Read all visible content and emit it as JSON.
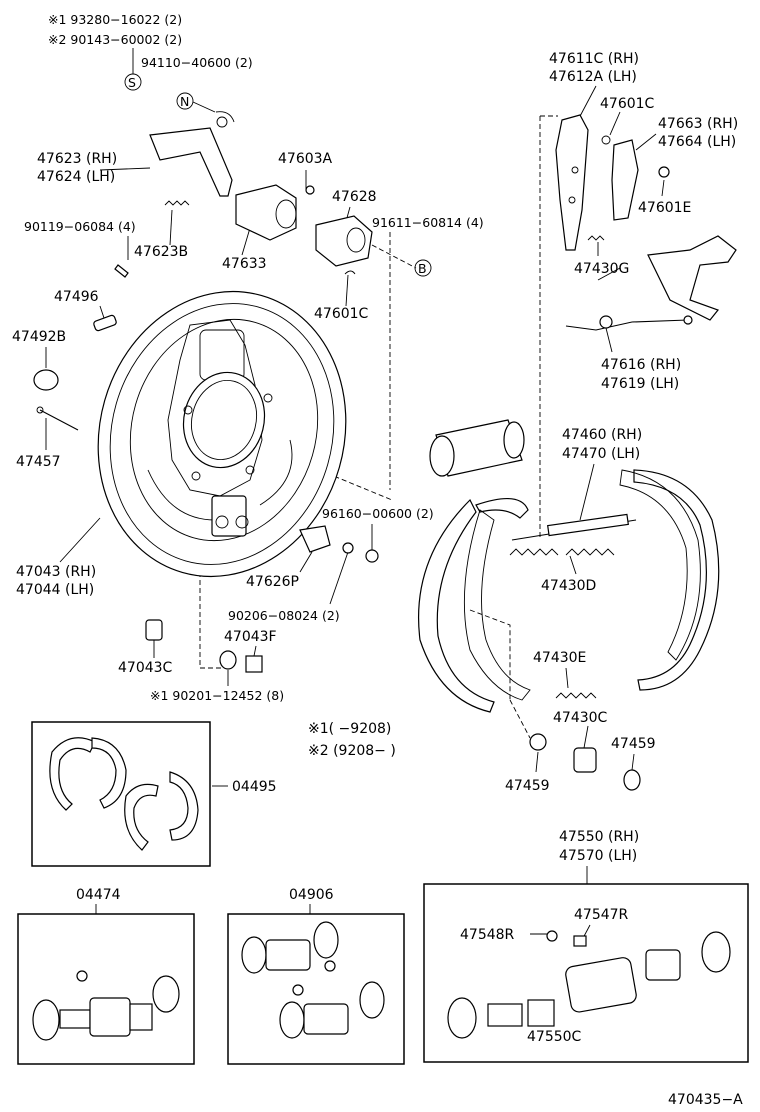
{
  "top_notes": {
    "note1": "※1 93280−16022 (2)",
    "note2": "※2 90143−60002 (2)",
    "s_part": "94110−40600 (2)",
    "s_marker": "S",
    "n_marker": "N"
  },
  "labels": {
    "p47623": "47623 (RH)",
    "p47624": "47624 (LH)",
    "p90119": "90119−06084 (4)",
    "p47623b": "47623B",
    "p47603a": "47603A",
    "p47633": "47633",
    "p47628": "47628",
    "p91611": "91611−60814 (4)",
    "b_marker": "B",
    "p47601c_mid": "47601C",
    "p47496": "47496",
    "p47492b": "47492B",
    "p47457": "47457",
    "p47043": "47043 (RH)",
    "p47044": "47044 (LH)",
    "p96160": "96160−00600 (2)",
    "p47626p": "47626P",
    "p90206": "90206−08024 (2)",
    "p47043f": "47043F",
    "p47043c": "47043C",
    "p90201": "※1 90201−12452 (8)",
    "p47611c": "47611C (RH)",
    "p47612a": "47612A (LH)",
    "p47601c_top": "47601C",
    "p47663": "47663 (RH)",
    "p47664": "47664 (LH)",
    "p47601e": "47601E",
    "p47430g": "47430G",
    "p47616": "47616 (RH)",
    "p47619": "47619 (LH)",
    "p47460": "47460 (RH)",
    "p47470": "47470 (LH)",
    "p47430d": "47430D",
    "p47430e": "47430E",
    "p47430c": "47430C",
    "p47459_right": "47459",
    "p47459_left": "47459",
    "date1": "※1(        −9208)",
    "date2": "※2 (9208−        )",
    "kit04495": "04495",
    "kit04474": "04474",
    "kit04906": "04906",
    "p47550": "47550 (RH)",
    "p47570": "47570 (LH)",
    "p47548r": "47548R",
    "p47547r": "47547R",
    "p47550c": "47550C",
    "figure_id": "470435−A"
  }
}
